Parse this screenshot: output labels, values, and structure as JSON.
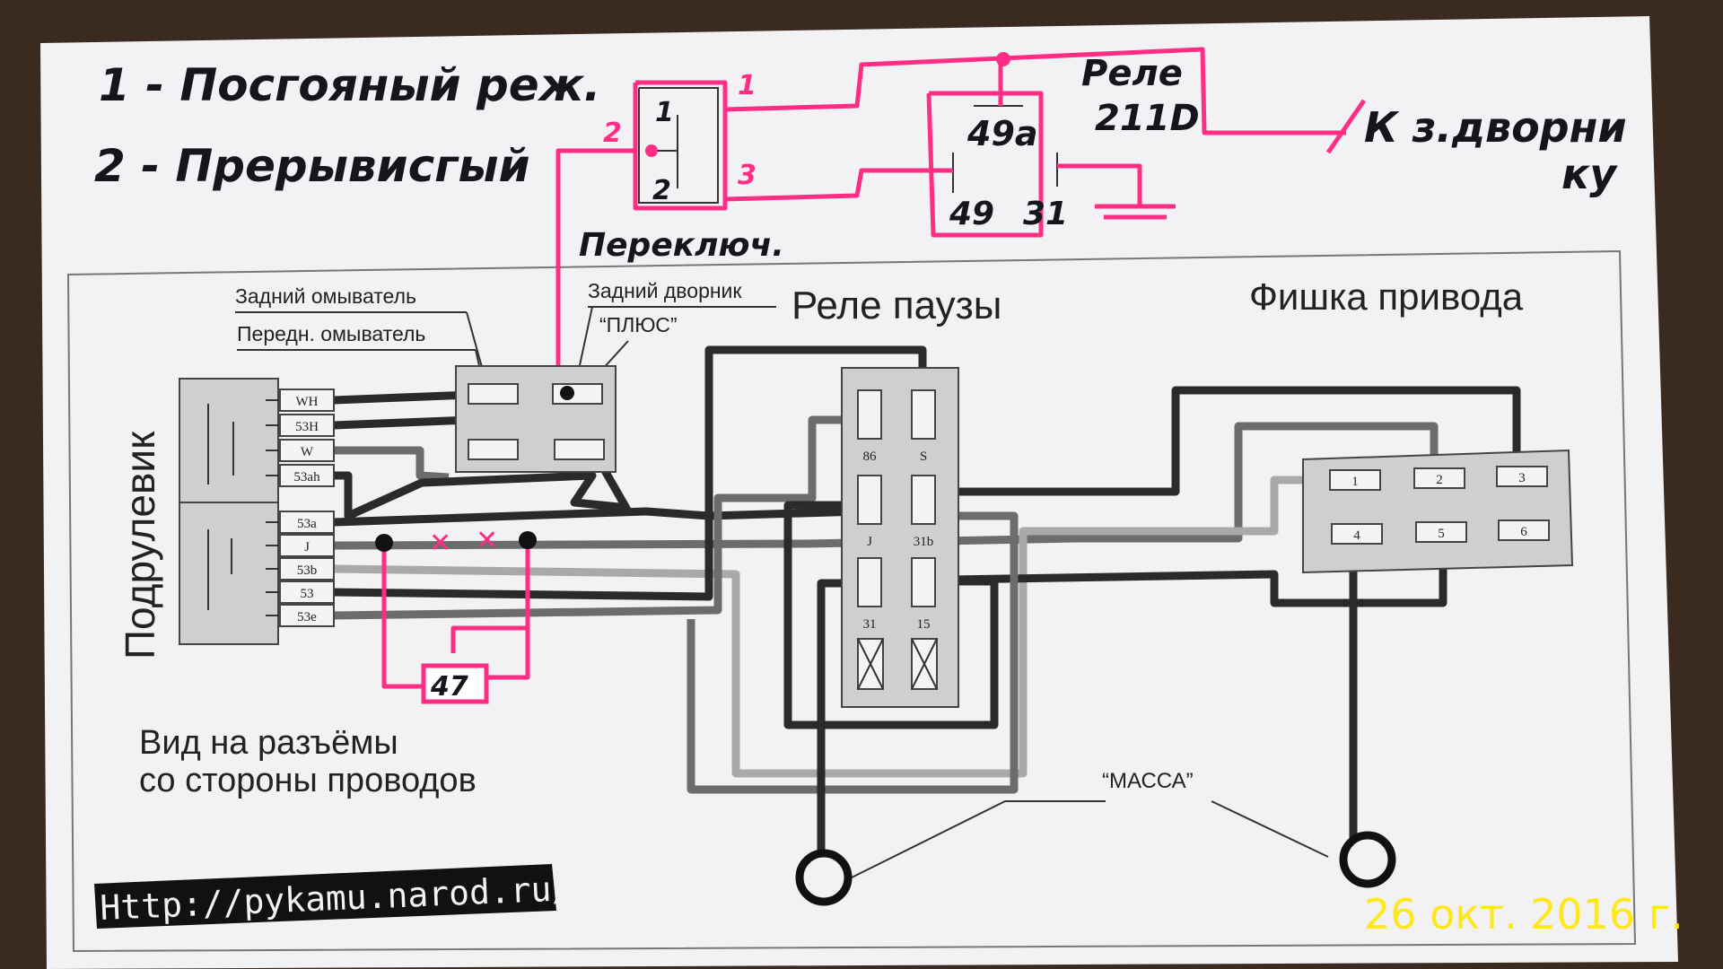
{
  "handwritten": {
    "line1": "1 - Посгояный реж.",
    "line2": "2 - Прерывисгый",
    "relay_title": "Реле",
    "relay_model": "211D",
    "relay_pin_49a": "49a",
    "relay_pin_49": "49",
    "relay_pin_31": "31",
    "switch_label": "Переключ.",
    "switch_pos1": "1",
    "switch_pos2": "2",
    "wire_1": "1",
    "wire_2": "2",
    "wire_3": "3",
    "output_line1": "К з.дворни",
    "output_line2": "ку",
    "resistor": "47"
  },
  "labels": {
    "rear_washer": "Задний омыватель",
    "front_washer": "Передн. омыватель",
    "rear_wiper": "Задний дворник",
    "plus": "“ПЛЮС”",
    "pause_relay": "Реле паузы",
    "drive_connector": "Фишка привода",
    "stalk": "Подрулевик",
    "view_line1": "Вид на разъёмы",
    "view_line2": "со стороны проводов",
    "ground": "“МАССА”",
    "url": "Http://pykamu.narod.ru/",
    "date_stamp": "26 окт. 2016 г."
  },
  "stalk_pins": [
    "WH",
    "53H",
    "W",
    "53ah",
    "53a",
    "J",
    "53b",
    "53",
    "53e"
  ],
  "relay_pins": [
    "86",
    "S",
    "J",
    "31b",
    "31",
    "15"
  ],
  "connector_pins": [
    "1",
    "2",
    "3",
    "4",
    "5",
    "6"
  ]
}
